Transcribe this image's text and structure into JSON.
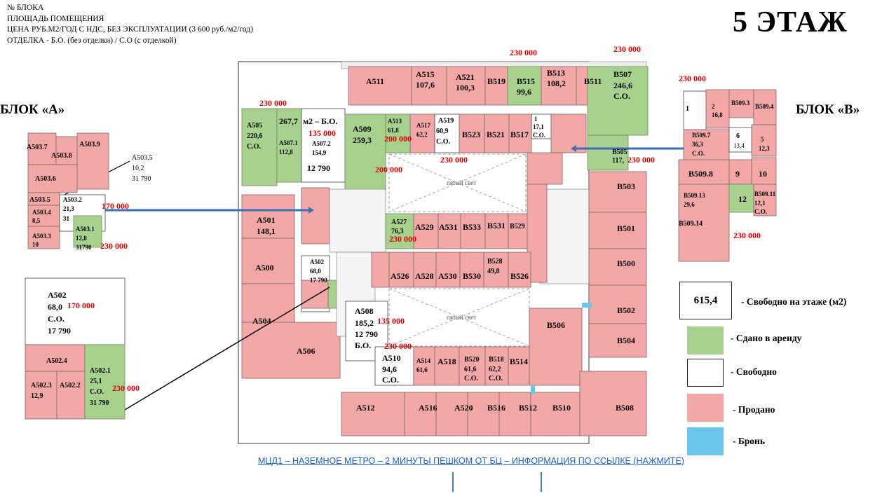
{
  "header": {
    "line1": "№ БЛОКА",
    "line2": "ПЛОЩАДЬ ПОМЕЩЕНИЯ",
    "line3": "ЦЕНА РУБ.М2/ГОД С НДС, БЕЗ ЭКСПЛУАТАЦИИ (3 600 руб./м2/год)",
    "line4": "ОТДЕЛКА - Б.О. (без отделки) / С.О (с отделкой)"
  },
  "floor_title": "5 ЭТАЖ",
  "block_a_label": "БЛОК «А»",
  "block_b_label": "БЛОК «В»",
  "colors": {
    "rented": "#a9d18e",
    "free": "#ffffff",
    "sold": "#f4a7a7",
    "reserved": "#6cc6ec",
    "price": "#e00000"
  },
  "legend": {
    "free_area": "615,4",
    "free_area_label": "- Свободно на этаже (м2)",
    "rented_label": "- Сдано в аренду",
    "free_label": "- Свободно",
    "sold_label": "- Продано",
    "reserved_label": "- Бронь"
  },
  "footer_link": "МЦД1 – НАЗЕМНОЕ МЕТРО – 2 МИНУТЫ ПЕШКОМ ОТ БЦ – ИНФОРМАЦИЯ ПО ССЫЛКЕ (НАЖМИТЕ)",
  "prices": {
    "p_top_a": "230 000",
    "p_top_b": "230 000",
    "p_a505": "230 000",
    "p_b_right_top": "230 000",
    "p_b505": "230 000",
    "p_b_right_bottom": "230 000",
    "p_a507": "135 000",
    "p_a509": "200 000",
    "p_a509b": "200 000",
    "p_light": "230 000",
    "p_a527": "230 000",
    "p_left_arrow": "170 000",
    "p_a_left": "230 000",
    "p_a508": "135 000",
    "p_a510": "230 000",
    "p_a502_inset": "170 000",
    "p_a502_inset2": "230 000"
  },
  "units": {
    "a511": "A511",
    "a515": "A515",
    "a515_area": "107,6",
    "a521": "A521",
    "a521_area": "100,3",
    "b519": "B519",
    "b515": "B515",
    "b515_area": "99,6",
    "b513": "B513",
    "b513_area": "108,2",
    "b511": "B511",
    "b507": "B507",
    "b507_area": "246,6",
    "b507_fin": "С.О.",
    "a505": "A505",
    "a505_area": "220,6",
    "a505_fin": "С.О.",
    "a507_1": "A507.1",
    "a507_1_big": "267,7",
    "a507_1_area": "112,8",
    "a507_2_note": "м2 – Б.О.",
    "a507_2": "A507.2",
    "a507_2_area": "154,9",
    "a507_2_price": "12 790",
    "a509": "A509",
    "a509_area": "259,3",
    "a513": "A513",
    "a513_area": "61,8",
    "a517": "A517",
    "a517_area": "62,2",
    "a519": "A519",
    "a519_area": "60,9",
    "a519_fin": "С.О.",
    "b523": "B523",
    "b521": "B521",
    "b517": "B517",
    "b_small_1": "1",
    "b_small_area": "17,1",
    "b_small_fin": "С.О.",
    "b505": "B505",
    "b505_area": "117,",
    "b503": "B503",
    "b501": "B501",
    "b500": "B500",
    "b502": "B502",
    "b504": "B504",
    "b506": "B506",
    "b508": "B508",
    "b510": "B510",
    "b512": "B512",
    "b516": "B516",
    "a520": "A520",
    "a516": "A516",
    "a512": "A512",
    "a501": "A501",
    "a501_area": "148,1",
    "a500": "A500",
    "a504": "A504",
    "a506": "A506",
    "a502": "A502",
    "a502_area": "68,0",
    "a502_price": "17 790",
    "a508": "A508",
    "a508_area": "185,2",
    "a508_price": "12 790",
    "a508_fin": "Б.О.",
    "a510": "A510",
    "a510_area": "94,6",
    "a510_fin": "С.О.",
    "a514": "A514",
    "a514_area": "61,6",
    "a518": "A518",
    "b520": "B520",
    "b520_area": "61,6",
    "b520_fin": "С.О.",
    "b518": "B518",
    "b518_area": "62,2",
    "b518_fin": "С.О.",
    "b514": "B514",
    "a527": "A527",
    "a527_area": "76,3",
    "a529": "A529",
    "a531": "A531",
    "b533": "B533",
    "b531": "B531",
    "b529": "B529",
    "a526": "A526",
    "a528": "A528",
    "a530": "A530",
    "b530": "B530",
    "b528": "B528",
    "b528_area": "49,8",
    "b526": "B526",
    "light_top": "пятый свет",
    "light_bottom": "пятый свет"
  },
  "block_a": {
    "a503_7": "A503.7",
    "a503_8": "A503.8",
    "a503_9": "A503.9",
    "a503_6": "A503.6",
    "a503_5": "A503.5",
    "a503_4": "A503.4",
    "a503_4_area": "8,5",
    "a503_3": "A503.3",
    "a503_3_area": "10",
    "a503_2": "A503.2",
    "a503_2_area": "21,3",
    "a503_2_price": "31",
    "a503_1": "A503.1",
    "a503_1_area": "12,8",
    "a503_1_price": "31790",
    "callout_name": "A503.5",
    "callout_area": "10,2",
    "callout_price": "31 790"
  },
  "inset_a502": {
    "name": "A502",
    "area": "68,0",
    "fin": "С.О.",
    "price": "17 790",
    "a502_4": "A502.4",
    "a502_3": "A502.3",
    "a502_3_area": "12,9",
    "a502_2": "A502.2",
    "a502_1": "A502.1",
    "a502_1_area": "25,1",
    "a502_1_fin": "С.О.",
    "a502_1_price": "31 790"
  },
  "block_b": {
    "b_1": "1",
    "b_2": "2",
    "b_2_area": "16,8",
    "b509_3": "B509.3",
    "b509_4": "B509.4",
    "b509_7": "B509.7",
    "b509_7_area": "36,3",
    "b509_7_fin": "С.О.",
    "b_6": "6",
    "b_6_area": "13,4",
    "b_5": "5",
    "b_5_area": "12,3",
    "b509_8": "B509.8",
    "b_9": "9",
    "b_10": "10",
    "b509_13": "B509.13",
    "b509_13_area": "29,6",
    "b_12": "12",
    "b509_11": "B509.11",
    "b509_11_area": "12,1",
    "b509_11_fin": "С.О.",
    "b509_14": "B509.14"
  }
}
